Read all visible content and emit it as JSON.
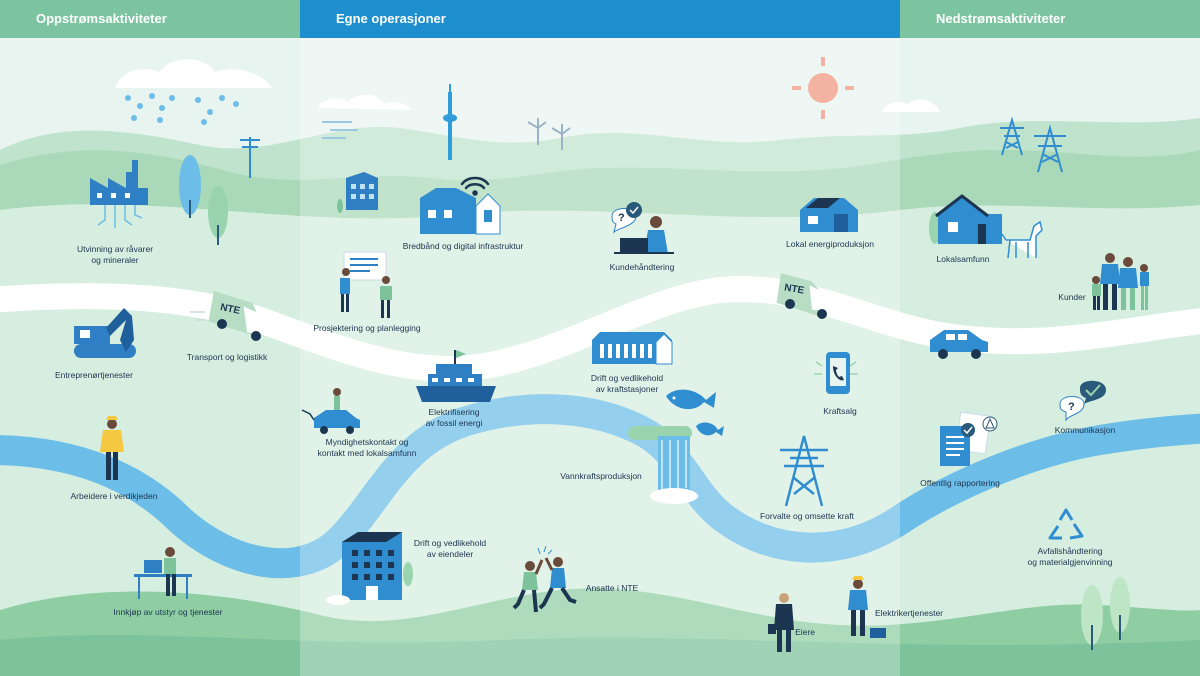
{
  "headers": {
    "upstream": "Oppstrømsaktiviteter",
    "own": "Egne operasjoner",
    "downstream": "Nedstrømsaktiviteter"
  },
  "labels": {
    "raw_materials_1": "Utvinning av råvarer",
    "raw_materials_2": "og mineraler",
    "transport": "Transport og logistikk",
    "contractors": "Entreprenørtjenester",
    "workers": "Arbeidere i verdikjeden",
    "procurement": "Innkjøp av utstyr og tjenester",
    "broadband": "Bredbånd og digital infrastruktur",
    "planning": "Prosjektering og planlegging",
    "customer_service": "Kundehåndtering",
    "local_energy": "Lokal energiproduksjon",
    "electrification_1": "Elektrifisering",
    "electrification_2": "av fossil energi",
    "authority_1": "Myndighetskontakt og",
    "authority_2": "kontakt med lokalsamfunn",
    "plant_ops_1": "Drift og vedlikehold",
    "plant_ops_2": "av kraftstasjoner",
    "power_sales": "Kraftsalg",
    "hydropower": "Vannkraftsproduksjon",
    "grid": "Forvalte og omsette kraft",
    "property_ops_1": "Drift og vedlikehold",
    "property_ops_2": "av eiendeler",
    "employees": "Ansatte i NTE",
    "owners": "Eiere",
    "electricians": "Elektrikertjenester",
    "community": "Lokalsamfunn",
    "customers": "Kunder",
    "communication": "Kommunikasjon",
    "reporting": "Offentlig rapportering",
    "waste_1": "Avfallshåndtering",
    "waste_2": "og materialgjenvinning"
  },
  "vehicle_text": "NTE",
  "colors": {
    "header_green": "#7cc4a0",
    "header_blue": "#1d8fce",
    "river": "#6cbde8",
    "road": "#ffffff",
    "icon_blue": "#2f7fc4",
    "hill_green": "#a9d9b8",
    "sun": "#f4b3a2"
  }
}
